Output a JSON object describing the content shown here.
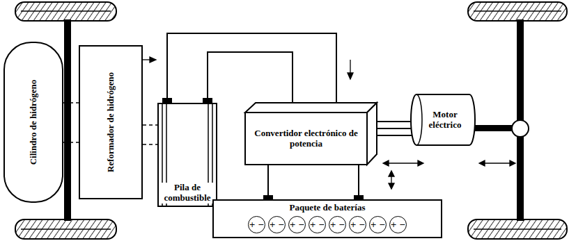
{
  "diagram": {
    "nodes": [
      {
        "text": [
          "Cilindro de hidrógeno"
        ]
      },
      {
        "text": [
          "Reformador de hidrógeno"
        ]
      },
      {
        "text": [
          "Pila de combustible"
        ]
      },
      {
        "text": [
          "Convertidor electrónico de potencia"
        ]
      },
      {
        "text": [
          "Motor eléctrico"
        ]
      },
      {
        "text": [
          "Paquete de baterías"
        ]
      }
    ],
    "edges": [
      {
        "from": 0,
        "to": 1,
        "arrow": "none"
      },
      {
        "from": 1,
        "to": 2,
        "arrow": "none"
      },
      {
        "from": 2,
        "to": 3,
        "arrow": "none"
      },
      {
        "from": 2,
        "to": 3,
        "arrow": "none"
      },
      {
        "from": 3,
        "to": 5,
        "arrow": "none"
      },
      {
        "from": 3,
        "to": 5,
        "arrow": "none"
      },
      {
        "from": 3,
        "to": 4,
        "arrow": "none"
      }
    ],
    "labels": [
      "+ −",
      "+ −",
      "+ −",
      "+ −",
      "+ −",
      "+ −",
      "+ −",
      "+ −"
    ]
  }
}
